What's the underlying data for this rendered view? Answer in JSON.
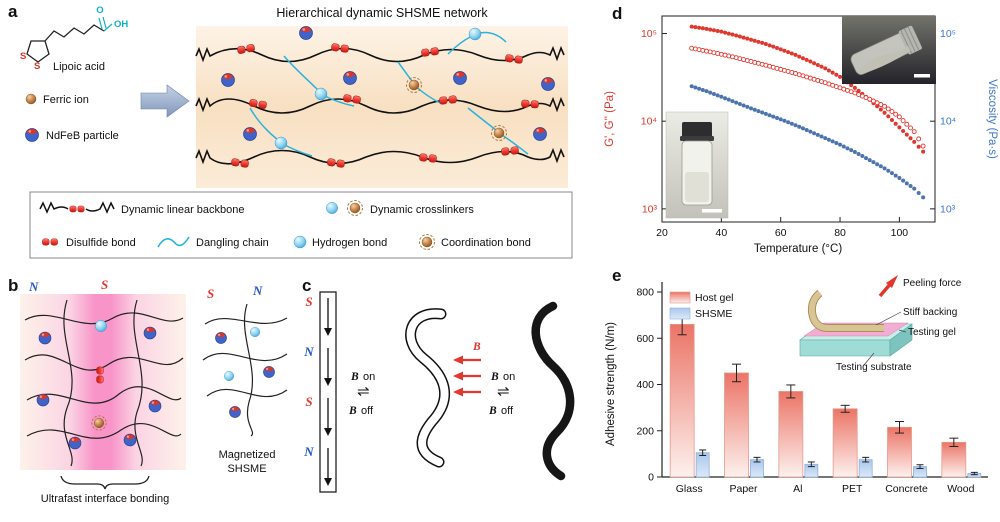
{
  "colors": {
    "red_accent": "#e0372e",
    "blue_series": "#4d74ae",
    "blue_axis": "#3f76c8",
    "cyan_chain": "#29b2dc",
    "host_bar_top": "#eb7466",
    "host_bar_bottom": "#fdf1ee",
    "shsme_bar": "#a9c7ec",
    "network_background": "#f8e0c2",
    "magnet_band_pink": "#f894c8"
  },
  "panel_a": {
    "label": "a",
    "network_title": "Hierarchical dynamic SHSME network",
    "lipoic_acid_label": "Lipoic acid",
    "o_label": "O",
    "oh_label": "OH",
    "s_left": "S",
    "s_right": "S",
    "ferric_label": "Ferric ion",
    "ndfeb_label": "NdFeB particle",
    "legend": {
      "backbone": "Dynamic linear backbone",
      "crosslinkers": "Dynamic crosslinkers",
      "disulfide": "Disulfide bond",
      "dangling": "Dangling chain",
      "hydrogen": "Hydrogen bond",
      "coordination": "Coordination bond"
    }
  },
  "panel_b": {
    "label": "b",
    "pole_n_left": "N",
    "pole_s_left": "S",
    "pole_s_right": "S",
    "pole_n_right": "N",
    "brace_caption": "Ultrafast interface bonding",
    "magnetized_line1": "Magnetized",
    "magnetized_line2": "SHSME"
  },
  "panel_c": {
    "label": "c",
    "magnet_poles": [
      "S",
      "N",
      "S",
      "N"
    ],
    "b_char": "B",
    "on_word": "on",
    "off_word": "off",
    "equilibrium": "⇌",
    "field_label": "B"
  },
  "panel_d": {
    "label": "d"
  },
  "panel_e": {
    "label": "e",
    "inset": {
      "peeling_force": "Peeling force",
      "stiff_backing": "Stiff backing",
      "testing_gel": "Testing gel",
      "testing_substrate": "Testing substrate"
    }
  },
  "chart_data": [
    {
      "type": "scatter",
      "xlabel": "Temperature (°C)",
      "ylabel_left": "G', G'' (Pa)",
      "ylabel_right": "Viscosity (Pa·s)",
      "xlim": [
        20,
        112
      ],
      "xticks": [
        20,
        40,
        60,
        80,
        100
      ],
      "ylog_lim": [
        2.85,
        5.2
      ],
      "yticks_exp": [
        3,
        4,
        5
      ],
      "ytick_labels": [
        "10³",
        "10⁴",
        "10⁵"
      ],
      "left_color": "#e0372e",
      "right_color": "#3f76c8",
      "grid": false,
      "series": [
        {
          "name": "G'",
          "marker": "filled-circle",
          "color": "#e0372e",
          "axis": "left",
          "points": [
            [
              30,
              120000
            ],
            [
              35,
              113000
            ],
            [
              40,
              105000
            ],
            [
              45,
              95000
            ],
            [
              50,
              85000
            ],
            [
              55,
              76000
            ],
            [
              60,
              66000
            ],
            [
              65,
              57000
            ],
            [
              70,
              48000
            ],
            [
              75,
              40000
            ],
            [
              80,
              32000
            ],
            [
              85,
              24000
            ],
            [
              90,
              17500
            ],
            [
              95,
              12500
            ],
            [
              100,
              8500
            ],
            [
              105,
              5800
            ],
            [
              108,
              4500
            ]
          ]
        },
        {
          "name": "G''",
          "marker": "open-circle",
          "color": "#e0372e",
          "axis": "left",
          "points": [
            [
              30,
              68000
            ],
            [
              35,
              63000
            ],
            [
              40,
              58000
            ],
            [
              45,
              53000
            ],
            [
              50,
              48000
            ],
            [
              55,
              43500
            ],
            [
              60,
              39000
            ],
            [
              65,
              35000
            ],
            [
              70,
              31000
            ],
            [
              75,
              27500
            ],
            [
              80,
              24000
            ],
            [
              85,
              21000
            ],
            [
              90,
              17800
            ],
            [
              95,
              14800
            ],
            [
              100,
              11200
            ],
            [
              105,
              7600
            ],
            [
              108,
              5200
            ]
          ]
        },
        {
          "name": "Viscosity",
          "marker": "filled-circle",
          "color": "#4d74ae",
          "axis": "right",
          "points": [
            [
              30,
              25000
            ],
            [
              35,
              22000
            ],
            [
              40,
              19000
            ],
            [
              45,
              16300
            ],
            [
              50,
              14000
            ],
            [
              55,
              12100
            ],
            [
              60,
              10500
            ],
            [
              65,
              9000
            ],
            [
              70,
              7600
            ],
            [
              75,
              6400
            ],
            [
              80,
              5400
            ],
            [
              85,
              4450
            ],
            [
              90,
              3600
            ],
            [
              95,
              2900
            ],
            [
              100,
              2250
            ],
            [
              105,
              1700
            ],
            [
              108,
              1350
            ]
          ]
        }
      ]
    },
    {
      "type": "bar",
      "ylabel": "Adhesive strength (N/m)",
      "ylim": [
        0,
        800
      ],
      "yticks": [
        0,
        200,
        400,
        600,
        800
      ],
      "categories": [
        "Glass",
        "Paper",
        "Al",
        "PET",
        "Concrete",
        "Wood"
      ],
      "legend_position": "top-left",
      "series": [
        {
          "name": "Host gel",
          "color_top": "#eb7466",
          "color_bottom": "#fdf1ee",
          "values": [
            660,
            450,
            370,
            295,
            215,
            150
          ],
          "errors": [
            45,
            38,
            28,
            15,
            25,
            18
          ]
        },
        {
          "name": "SHSME",
          "color": "#a9c7ec",
          "values": [
            105,
            75,
            55,
            75,
            45,
            15
          ],
          "errors": [
            12,
            10,
            10,
            10,
            8,
            5
          ]
        }
      ]
    }
  ]
}
